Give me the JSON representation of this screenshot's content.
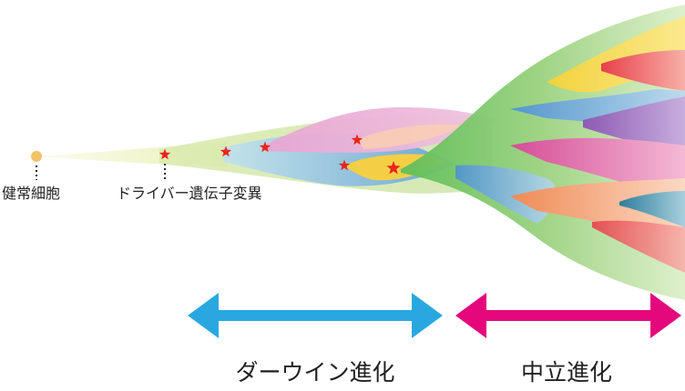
{
  "labels": {
    "healthy_cell": "健常細胞",
    "driver_mutation": "ドライバー遺伝子変異",
    "darwinian_evolution": "ダーウイン進化",
    "neutral_evolution": "中立進化"
  },
  "colors": {
    "arrow_darwin": "#29a8e0",
    "arrow_neutral": "#e5087d",
    "mutation_star": "#e8261c",
    "cell_dot": "#f3c26b"
  },
  "icons": {
    "mutation_marker": "star-icon",
    "origin_marker": "cell-dot-icon"
  }
}
